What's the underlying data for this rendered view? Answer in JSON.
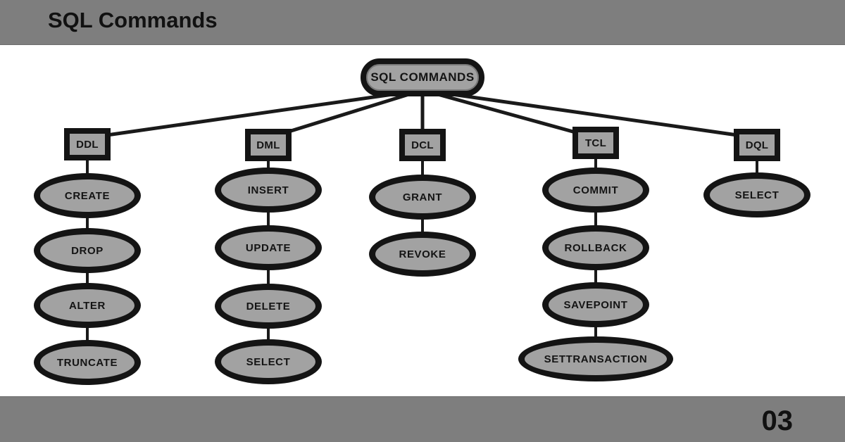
{
  "header": {
    "title": "SQL Commands"
  },
  "footer": {
    "page_number": "03"
  },
  "colors": {
    "bar": "#7e7e7e",
    "node_fill": "#a2a2a2",
    "ink": "#141414",
    "canvas": "#ffffff"
  },
  "diagram": {
    "root": {
      "label": "SQL COMMANDS"
    },
    "branches": [
      {
        "label": "DDL",
        "children": [
          "CREATE",
          "DROP",
          "ALTER",
          "TRUNCATE"
        ]
      },
      {
        "label": "DML",
        "children": [
          "INSERT",
          "UPDATE",
          "DELETE",
          "SELECT"
        ]
      },
      {
        "label": "DCL",
        "children": [
          "GRANT",
          "REVOKE"
        ]
      },
      {
        "label": "TCL",
        "children": [
          "COMMIT",
          "ROLLBACK",
          "SAVEPOINT",
          "SETTRANSACTION"
        ]
      },
      {
        "label": "DQL",
        "children": [
          "SELECT"
        ]
      }
    ]
  }
}
